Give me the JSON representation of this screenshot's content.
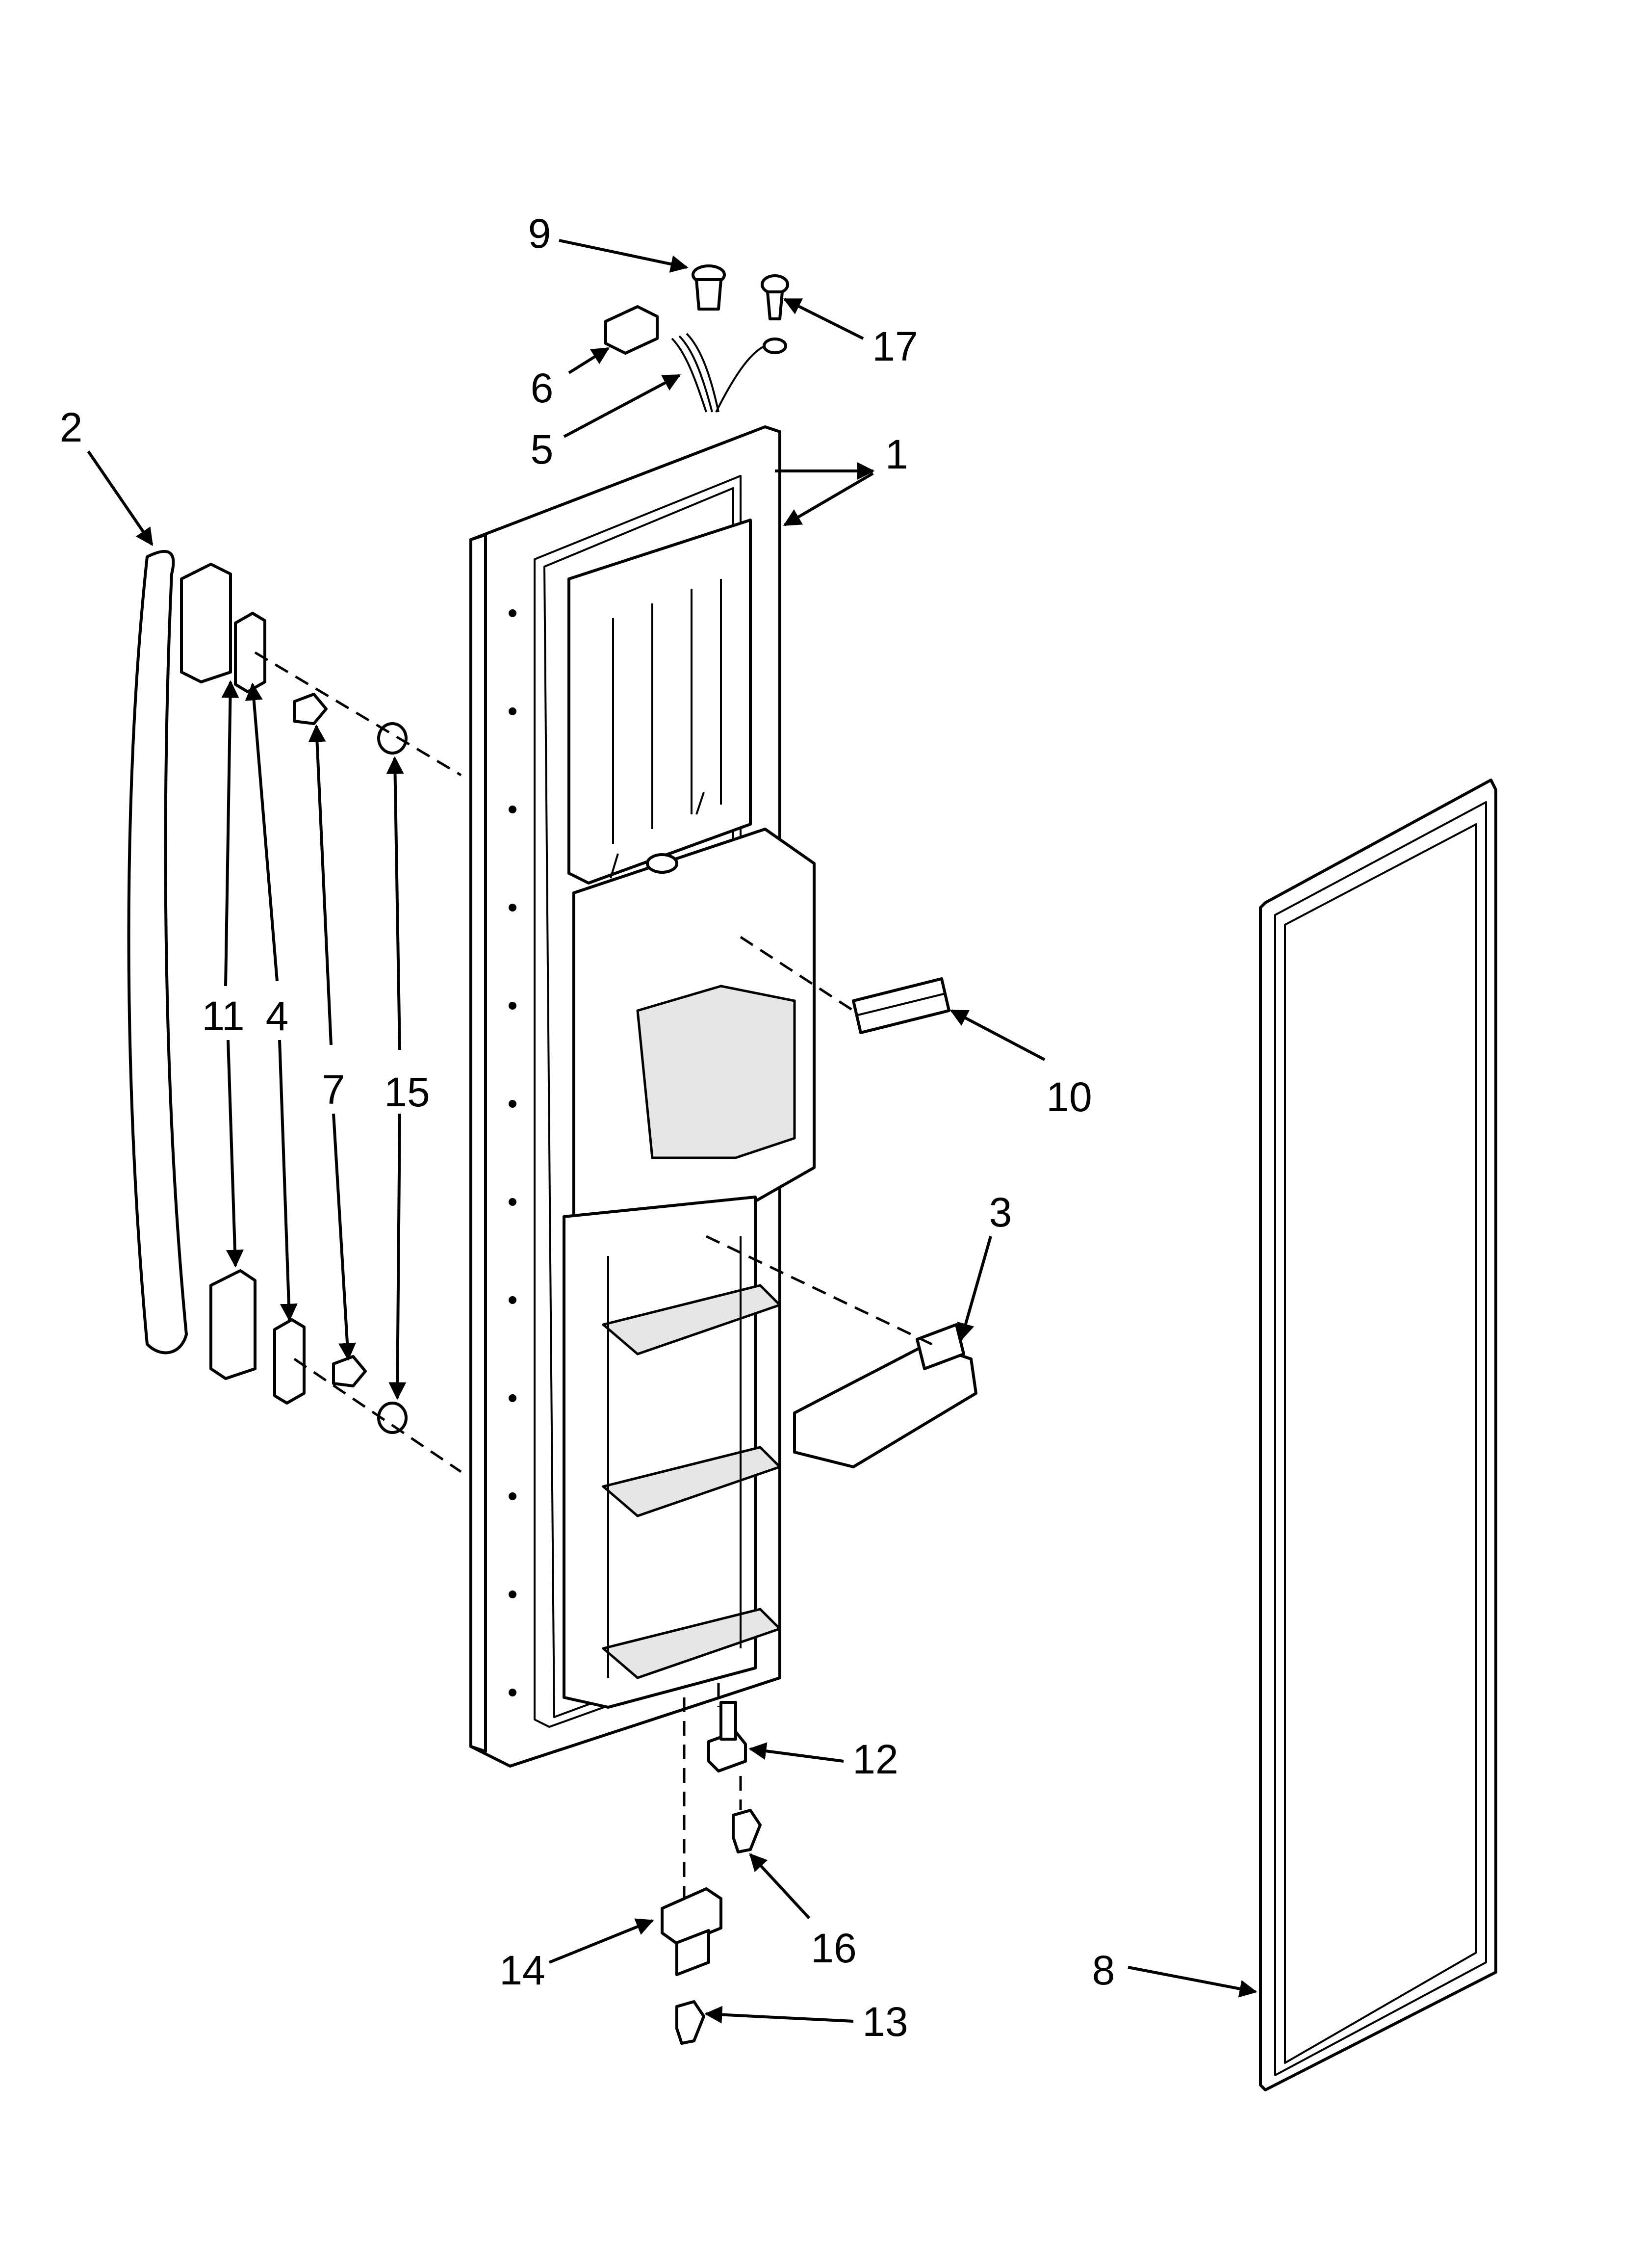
{
  "callouts": {
    "c1": "1",
    "c2": "2",
    "c3": "3",
    "c4": "4",
    "c5": "5",
    "c6": "6",
    "c7": "7",
    "c8": "8",
    "c9": "9",
    "c10": "10",
    "c11": "11",
    "c12": "12",
    "c13": "13",
    "c14": "14",
    "c15": "15",
    "c16": "16",
    "c17": "17"
  },
  "colors": {
    "line": "#000000",
    "background": "#ffffff",
    "fill_shade": "#e6e6e6"
  }
}
